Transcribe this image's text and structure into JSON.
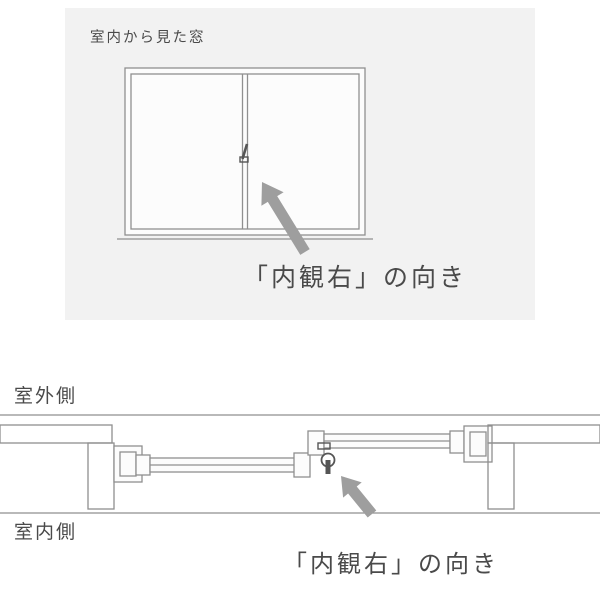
{
  "panel": {
    "title": "室内から見た窓",
    "caption": "「内観右」の向き"
  },
  "section": {
    "outdoor_label": "室外側",
    "indoor_label": "室内側",
    "caption": "「内観右」の向き"
  },
  "colors": {
    "bg": "#ffffff",
    "panel_bg": "#f2f2f2",
    "line": "#8f8f8f",
    "detail": "#555555",
    "arrow": "#9e9e9e",
    "text": "#4a4a4a"
  }
}
